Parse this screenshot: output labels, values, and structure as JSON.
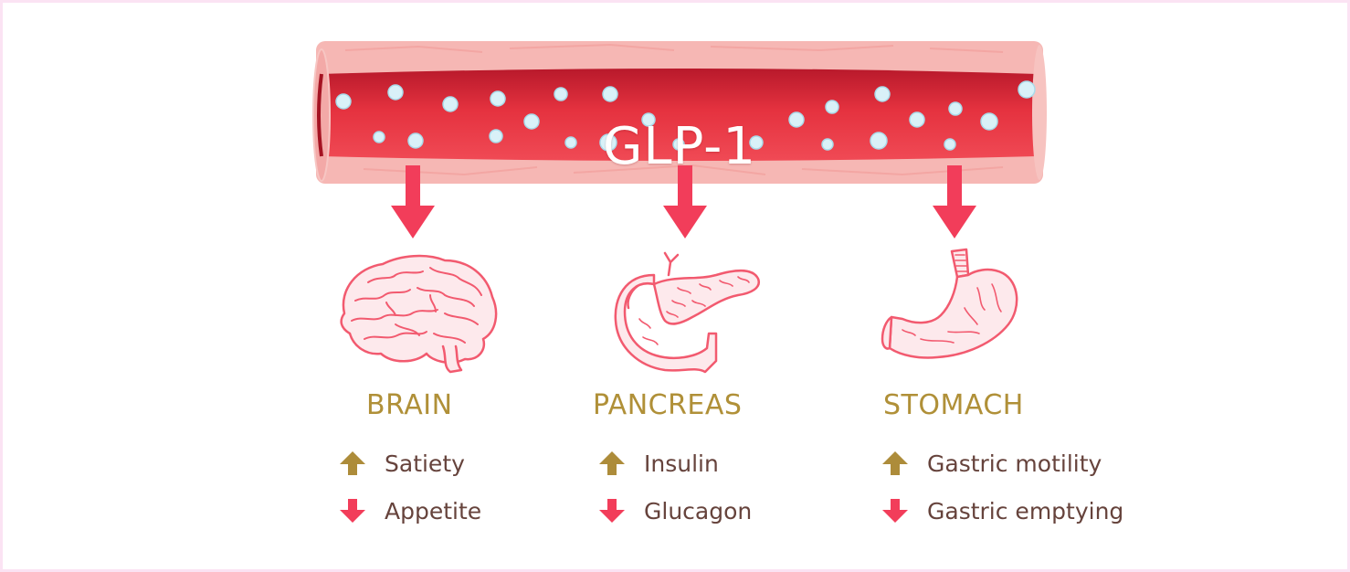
{
  "vessel": {
    "label": "GLP-1"
  },
  "colors": {
    "vessel_outer": "#f6b7b4",
    "vessel_blood": "#e5323f",
    "arrow": "#f23d5a",
    "organ_stroke": "#f25a6f",
    "organ_title": "#b09038",
    "effect_text": "#66433c",
    "increase_icon": "#ad8c3a",
    "decrease_icon": "#f23d5a",
    "border": "#fbe3f3"
  },
  "organs": [
    {
      "name": "BRAIN",
      "icon": "brain-icon",
      "effects": [
        {
          "direction": "increase",
          "icon": "up-arrow-icon",
          "label": "Satiety"
        },
        {
          "direction": "decrease",
          "icon": "down-arrow-icon",
          "label": "Appetite"
        }
      ]
    },
    {
      "name": "PANCREAS",
      "icon": "pancreas-icon",
      "effects": [
        {
          "direction": "increase",
          "icon": "up-arrow-icon",
          "label": "Insulin"
        },
        {
          "direction": "decrease",
          "icon": "down-arrow-icon",
          "label": "Glucagon"
        }
      ]
    },
    {
      "name": "STOMACH",
      "icon": "stomach-icon",
      "effects": [
        {
          "direction": "increase",
          "icon": "up-arrow-icon",
          "label": "Gastric motility"
        },
        {
          "direction": "decrease",
          "icon": "down-arrow-icon",
          "label": "Gastric emptying"
        }
      ]
    }
  ]
}
